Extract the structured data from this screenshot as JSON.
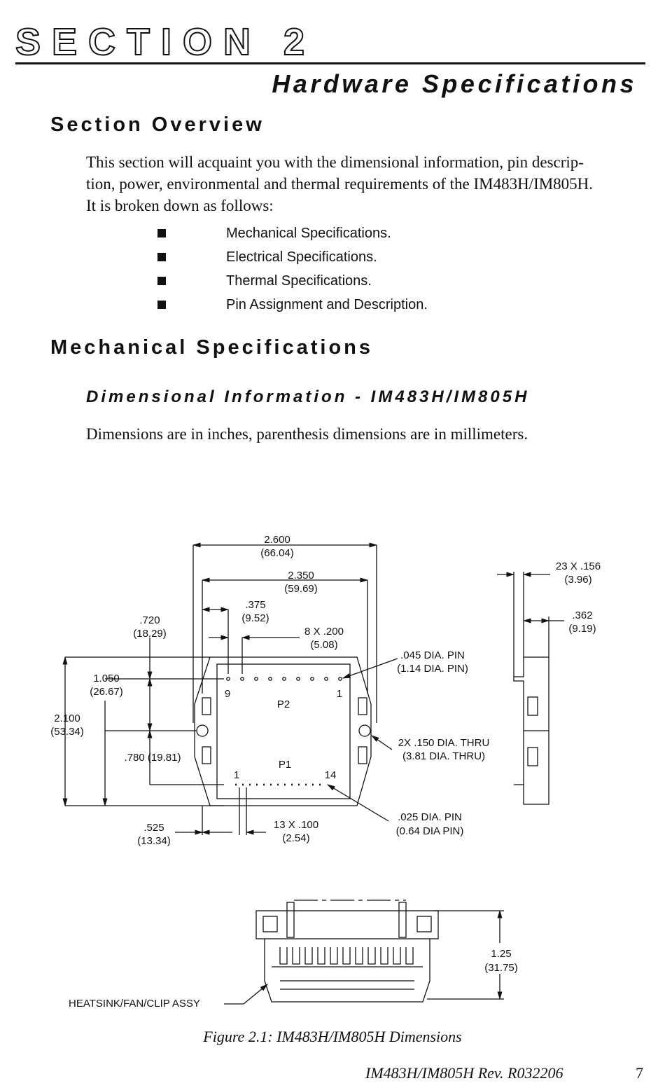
{
  "header": {
    "section_label": "SECTION 2",
    "chapter_title": "Hardware Specifications"
  },
  "overview": {
    "heading": "Section Overview",
    "paragraph_line1": "This section will acquaint you with the dimensional information,  pin descrip-",
    "paragraph_line2": "tion, power, environmental and thermal requirements of the IM483H/IM805H.",
    "paragraph_line3": "It is broken down as follows:",
    "items": [
      {
        "label": "Mechanical Specifications."
      },
      {
        "label": "Electrical Specifications."
      },
      {
        "label": "Thermal Specifications."
      },
      {
        "label": "Pin Assignment and Description."
      }
    ]
  },
  "mechanical": {
    "heading": "Mechanical Specifications",
    "subheading": "Dimensional Information - IM483H/IM805H",
    "note": "Dimensions are in inches,  parenthesis dimensions are in millimeters."
  },
  "figure": {
    "dim_overall_width": "2.600",
    "dim_overall_width_mm": "(66.04)",
    "dim_mount_width": "2.350",
    "dim_mount_width_mm": "(59.69)",
    "dim_p2_offset": ".375",
    "dim_p2_offset_mm": "(9.52)",
    "dim_p2_pitch": "8 X .200",
    "dim_p2_pitch_mm": "(5.08)",
    "dim_top_to_p2": ".720",
    "dim_top_to_p2_mm": "(18.29)",
    "dim_p2_to_hole": "1.050",
    "dim_p2_to_hole_mm": "(26.67)",
    "dim_height": "2.100",
    "dim_height_mm": "(53.34)",
    "dim_hole_to_p1": ".780 (19.81)",
    "dim_p1_offset": ".525",
    "dim_p1_offset_mm": "(13.34)",
    "dim_p1_pitch": "13 X .100",
    "dim_p1_pitch_mm": "(2.54)",
    "p2_pin_dia": ".045 DIA. PIN",
    "p2_pin_dia_mm": "(1.14 DIA. PIN)",
    "hole_dia": "2X .150 DIA. THRU",
    "hole_dia_mm": "(3.81 DIA. THRU)",
    "p1_pin_dia": ".025 DIA. PIN",
    "p1_pin_dia_mm": "(0.64 DIA PIN)",
    "side_pins": "23 X .156",
    "side_pins_mm": "(3.96)",
    "side_thickness": ".362",
    "side_thickness_mm": "(9.19)",
    "p2_label": "P2",
    "p2_pin_9": "9",
    "p2_pin_1": "1",
    "p1_label": "P1",
    "p1_pin_1": "1",
    "p1_pin_14": "14",
    "assembly_height": "1.25",
    "assembly_height_mm": "(31.75)",
    "heatsink_label": "HEATSINK/FAN/CLIP ASSY",
    "caption": "Figure 2.1: IM483H/IM805H Dimensions"
  },
  "footer": {
    "doc_rev": "IM483H/IM805H  Rev. R032206",
    "page_number": "7"
  }
}
